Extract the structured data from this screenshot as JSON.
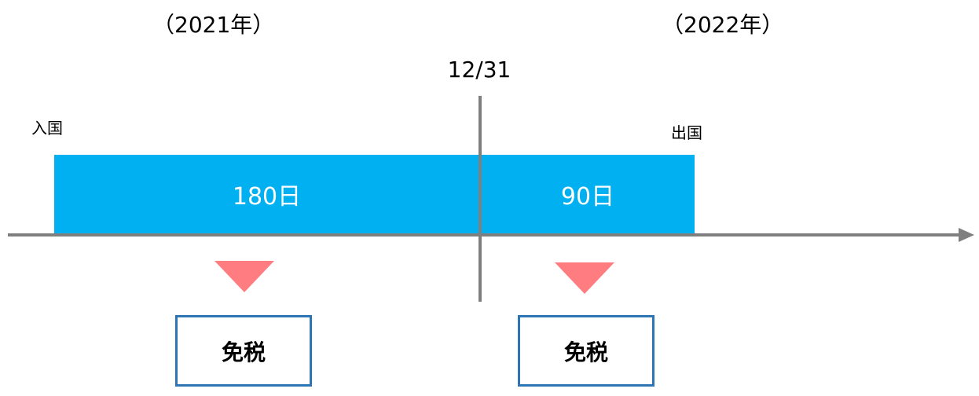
{
  "years": {
    "left": "（2021年）",
    "right": "（2022年）"
  },
  "date_label": "12/31",
  "events": {
    "entry": "入国",
    "exit": "出国"
  },
  "segments": [
    {
      "label": "180日"
    },
    {
      "label": "90日"
    }
  ],
  "results": [
    {
      "label": "免税"
    },
    {
      "label": "免税"
    }
  ],
  "colors": {
    "segment_fill": "#00b0f0",
    "axis": "#7f7f7f",
    "arrow_down": "#ff7c80",
    "box_border": "#2e75b6"
  }
}
